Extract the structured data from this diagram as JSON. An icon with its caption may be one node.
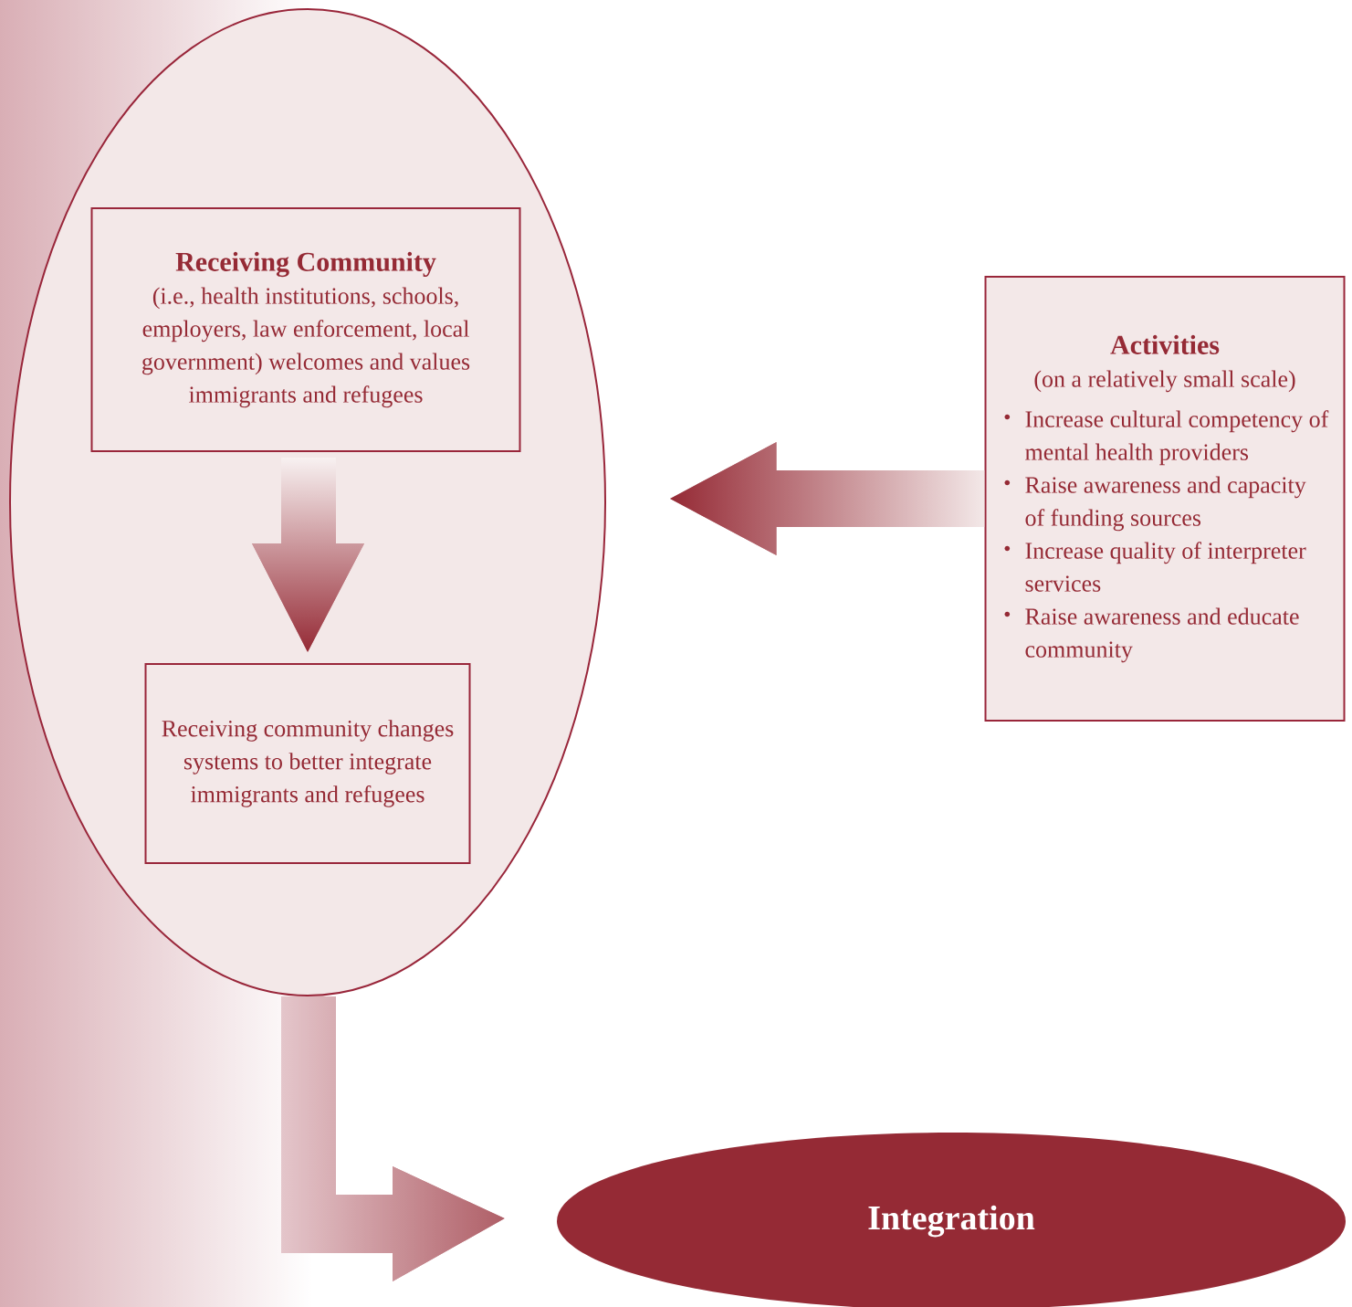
{
  "diagram": {
    "nodes": [
      {
        "text": [],
        "shape": "ellipse"
      },
      {
        "text": [
          "Receiving Community",
          "(i.e., health institutions, schools, employers, law enforcement, local government) welcomes and values immigrants and refugees"
        ],
        "in": 0
      },
      {
        "text": [
          "Receiving community changes systems to better integrate immigrants and refugees"
        ],
        "in": 0
      },
      {
        "text": [
          "Activities",
          "(on a relatively small scale)",
          "Increase cultural competency of mental health providers",
          "Raise awareness and capacity of funding sources",
          "Increase quality of interpreter services",
          "Raise awareness and educate community"
        ]
      },
      {
        "text": [
          "Integration"
        ]
      }
    ],
    "edges": [
      {
        "from": 1,
        "to": 2,
        "arrow": "to"
      },
      {
        "from": 3,
        "to": 0,
        "arrow": "to"
      },
      {
        "from": 0,
        "to": 4,
        "arrow": "to"
      }
    ]
  }
}
